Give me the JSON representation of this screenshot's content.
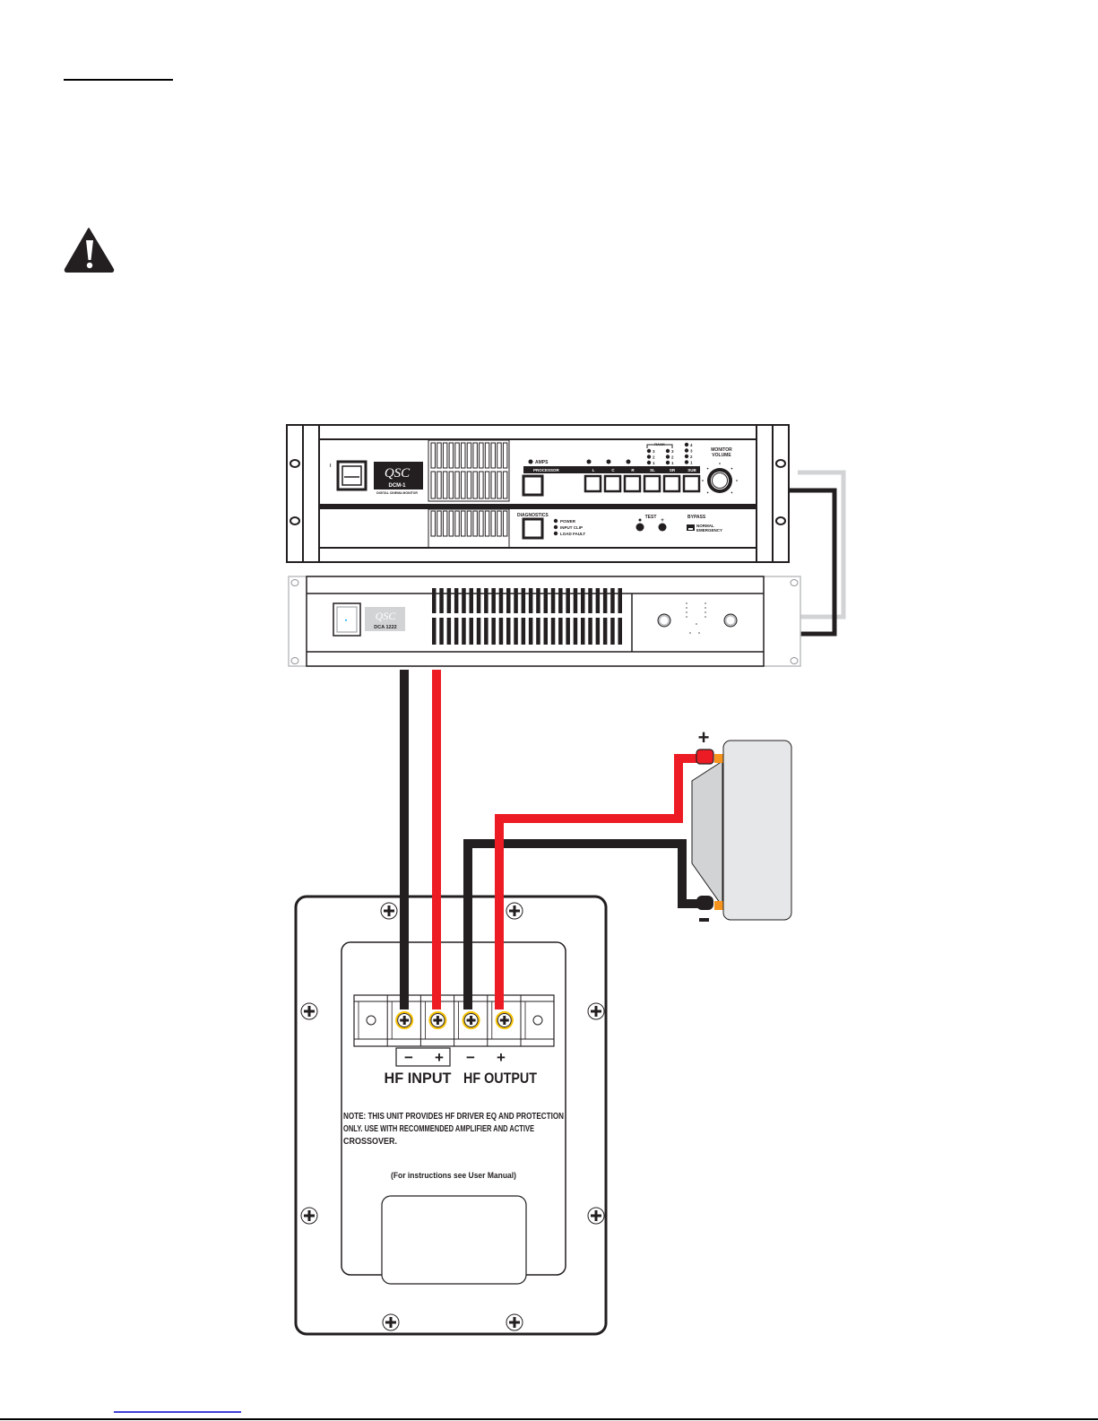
{
  "page": {
    "header_rule": true,
    "footer_link_rule": true
  },
  "warning": {
    "icon": "warning-triangle-icon"
  },
  "colors": {
    "positive_wire": "#ed1c24",
    "negative_wire": "#231f20",
    "signal_cable_light": "#d1d3d4",
    "terminal_ring": "#f7c100",
    "driver_tab": "#f7941d",
    "driver_body": "#e6e7e8",
    "footer_link": "#0000cc"
  },
  "dcm1": {
    "brand": "QSC",
    "model": "DCM-1",
    "subtitle": "DIGITAL CINEMA MONITOR",
    "power_mark": "I",
    "amps_label": "AMPS",
    "processor_label": "PROCESSOR",
    "channels": [
      "L",
      "C",
      "R",
      "SL",
      "SR",
      "SUB"
    ],
    "rack_label": "RACK",
    "rack_levels": [
      "3",
      "2",
      "1"
    ],
    "sub_levels": [
      "4",
      "3",
      "2",
      "1"
    ],
    "monitor_volume": "MONITOR\nVOLUME",
    "monitor_volume_line1": "MONITOR",
    "monitor_volume_line2": "VOLUME",
    "diagnostics_label": "DIAGNOSTICS",
    "diag_leds": [
      "POWER",
      "INPUT CLIP",
      "LOAD FAULT"
    ],
    "test_label": "TEST",
    "test_buttons": [
      "-",
      "+"
    ],
    "bypass_label": "BYPASS",
    "bypass_options": [
      "NORMAL",
      "EMERGENCY"
    ]
  },
  "dca": {
    "brand": "QSC",
    "model": "DCA 1222"
  },
  "panel": {
    "terminals": [
      {
        "id": "blank-left"
      },
      {
        "id": "hf-input-neg",
        "polarity": "-"
      },
      {
        "id": "hf-input-pos",
        "polarity": "+"
      },
      {
        "id": "hf-output-neg",
        "polarity": "-"
      },
      {
        "id": "hf-output-pos",
        "polarity": "+"
      },
      {
        "id": "blank-right"
      }
    ],
    "hf_input_minus": "−",
    "hf_input_plus": "+",
    "hf_output_minus": "−",
    "hf_output_plus": "+",
    "hf_input_label": "HF INPUT",
    "hf_output_label": "HF OUTPUT",
    "note_line1": "NOTE: THIS UNIT PROVIDES HF DRIVER EQ AND PROTECTION",
    "note_line2": "ONLY. USE WITH RECOMMENDED AMPLIFIER AND ACTIVE",
    "note_line3": "CROSSOVER.",
    "instructions": "(For instructions see User Manual)"
  },
  "driver": {
    "plus_label": "+",
    "minus_label": "−"
  }
}
